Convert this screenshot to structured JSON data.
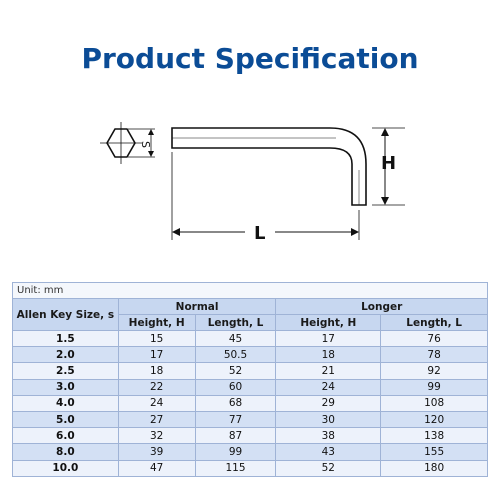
{
  "title": "Product Specification",
  "diagram": {
    "label_s": "S",
    "label_h": "H",
    "label_l": "L"
  },
  "table": {
    "unit_label": "Unit: mm",
    "size_header": "Allen Key Size, s",
    "group_normal": "Normal",
    "group_longer": "Longer",
    "sub_headers": [
      "Height, H",
      "Length, L",
      "Height, H",
      "Length, L"
    ],
    "rows": [
      [
        "1.5",
        "15",
        "45",
        "17",
        "76"
      ],
      [
        "2.0",
        "17",
        "50.5",
        "18",
        "78"
      ],
      [
        "2.5",
        "18",
        "52",
        "21",
        "92"
      ],
      [
        "3.0",
        "22",
        "60",
        "24",
        "99"
      ],
      [
        "4.0",
        "24",
        "68",
        "29",
        "108"
      ],
      [
        "5.0",
        "27",
        "77",
        "30",
        "120"
      ],
      [
        "6.0",
        "32",
        "87",
        "38",
        "138"
      ],
      [
        "8.0",
        "39",
        "99",
        "43",
        "155"
      ],
      [
        "10.0",
        "47",
        "115",
        "52",
        "180"
      ]
    ]
  }
}
